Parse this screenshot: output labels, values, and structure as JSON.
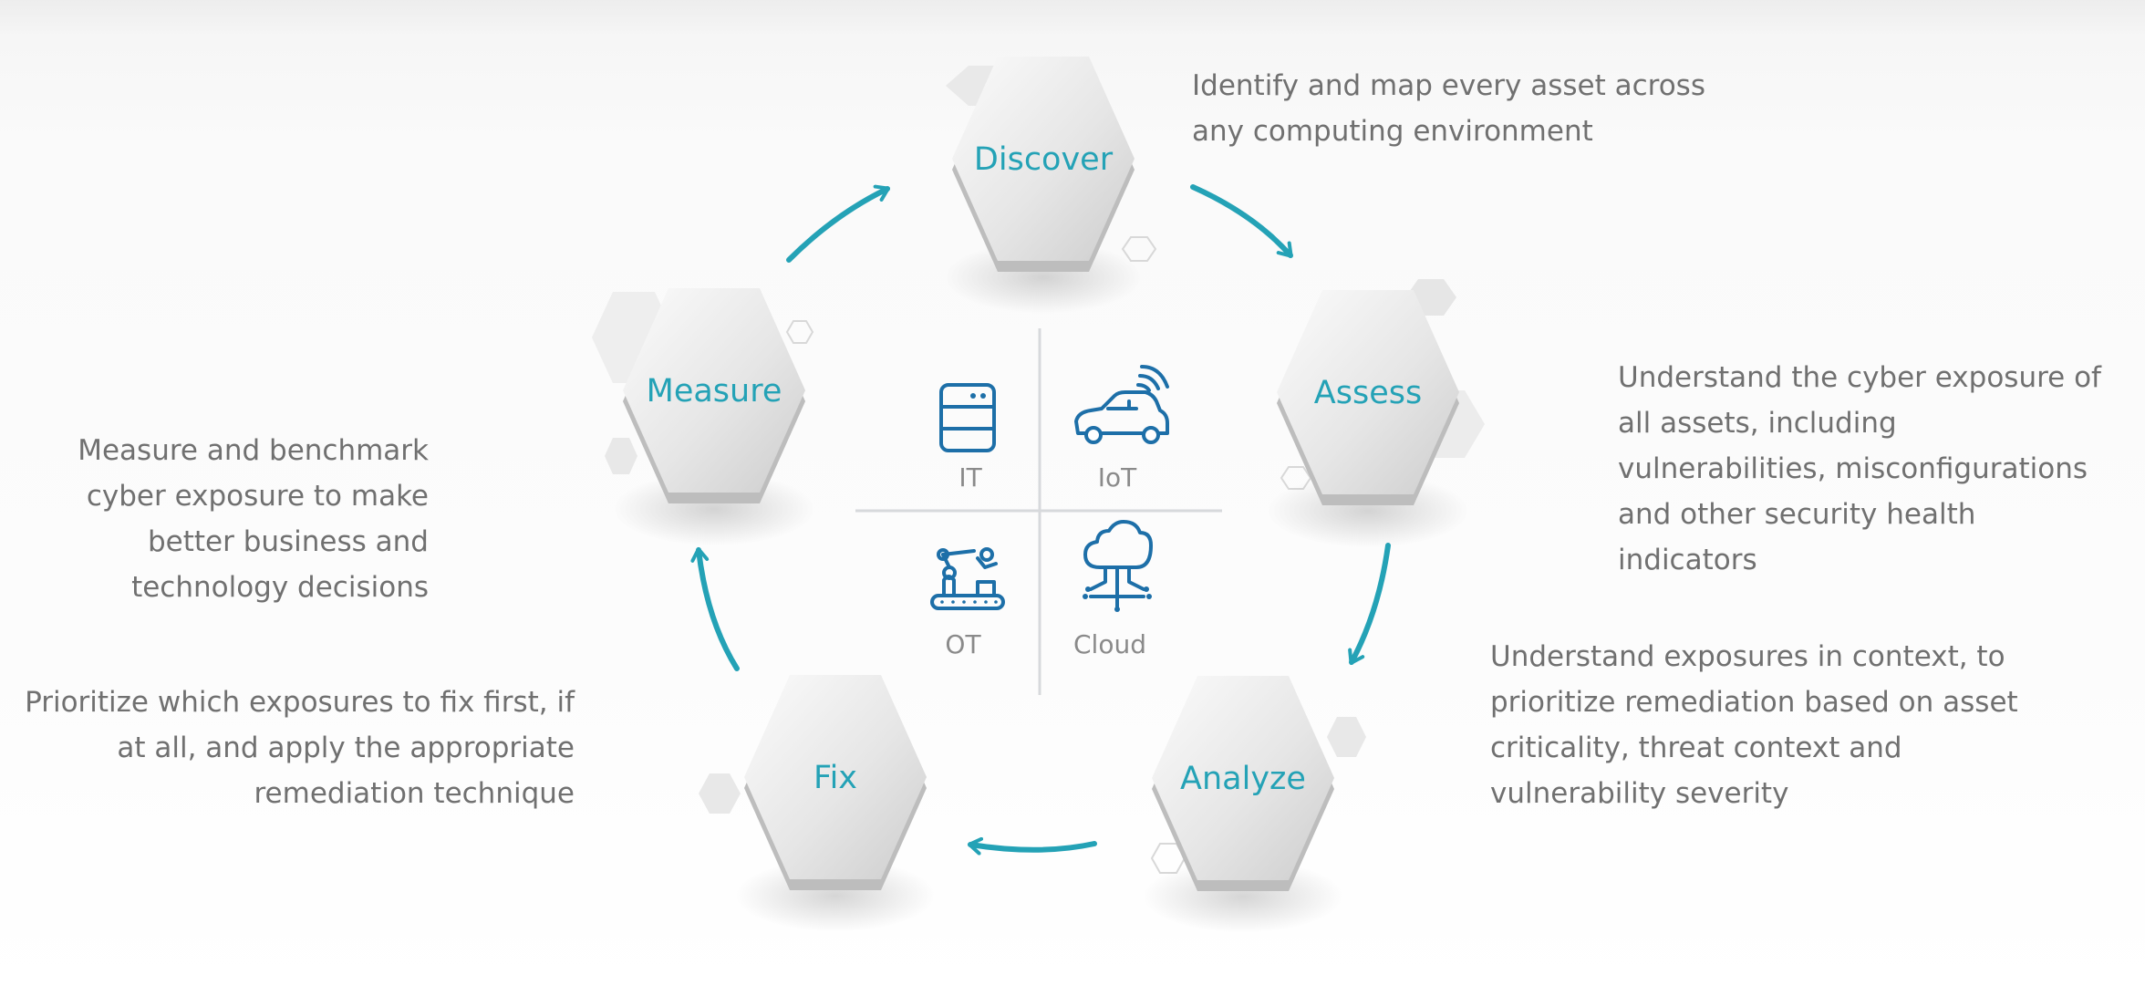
{
  "cycle": {
    "steps": [
      {
        "label": "Discover",
        "description": "Identify and map every asset across\nany computing environment"
      },
      {
        "label": "Assess",
        "description": "Understand the cyber exposure of\nall assets, including\nvulnerabilities, misconfigurations\nand other security health\nindicators"
      },
      {
        "label": "Analyze",
        "description": "Understand exposures in context, to\nprioritize remediation based on asset\ncriticality, threat context and\nvulnerability severity"
      },
      {
        "label": "Fix",
        "description": "Prioritize which exposures to fix first, if\nat all, and apply the appropriate\nremediation technique"
      },
      {
        "label": "Measure",
        "description": "Measure and benchmark\ncyber exposure to make\nbetter business and\ntechnology decisions"
      }
    ]
  },
  "center": {
    "quadrants": [
      {
        "label": "IT",
        "icon": "server-icon"
      },
      {
        "label": "IoT",
        "icon": "connected-car-icon"
      },
      {
        "label": "OT",
        "icon": "robotic-arm-icon"
      },
      {
        "label": "Cloud",
        "icon": "cloud-network-icon"
      }
    ]
  },
  "colors": {
    "accent": "#24a2b6",
    "icon": "#1d6fa8",
    "text": "#707070",
    "hex_light": "#f7f7f7",
    "hex_dark": "#c9c9c9"
  }
}
